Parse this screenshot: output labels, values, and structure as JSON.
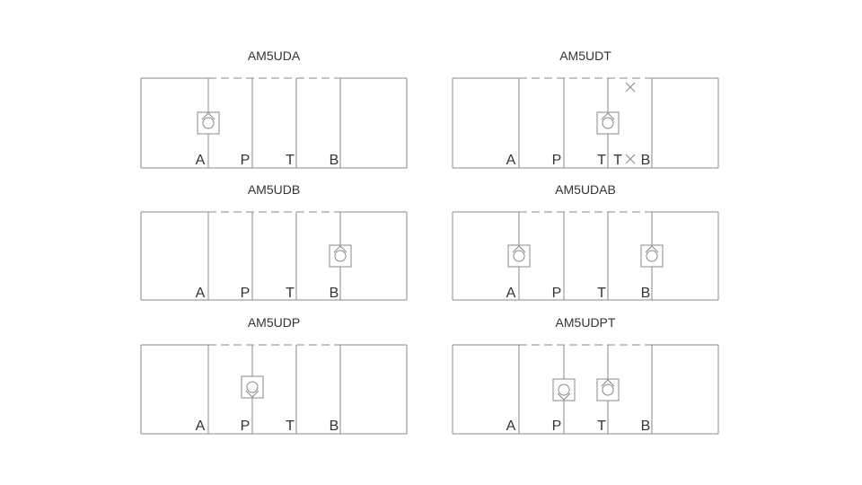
{
  "diagrams": [
    {
      "title": "AM5UDA",
      "ports": [
        "A",
        "P",
        "T",
        "B"
      ],
      "valves": [
        "A"
      ]
    },
    {
      "title": "AM5UDT",
      "ports": [
        "A",
        "P",
        "T",
        "T",
        "B"
      ],
      "valves": [
        "T"
      ],
      "blocked": [
        "T"
      ]
    },
    {
      "title": "AM5UDB",
      "ports": [
        "A",
        "P",
        "T",
        "B"
      ],
      "valves": [
        "B"
      ]
    },
    {
      "title": "AM5UDAB",
      "ports": [
        "A",
        "P",
        "T",
        "B"
      ],
      "valves": [
        "A",
        "B"
      ]
    },
    {
      "title": "AM5UDP",
      "ports": [
        "A",
        "P",
        "T",
        "B"
      ],
      "valves": [
        "P"
      ]
    },
    {
      "title": "AM5UDPT",
      "ports": [
        "A",
        "P",
        "T",
        "B"
      ],
      "valves": [
        "P",
        "T"
      ]
    }
  ],
  "colors": {
    "line": "#888888",
    "text": "#333333"
  },
  "icons": {
    "valve": "check-valve-icon",
    "blocked": "blocked-port-cross-icon"
  }
}
